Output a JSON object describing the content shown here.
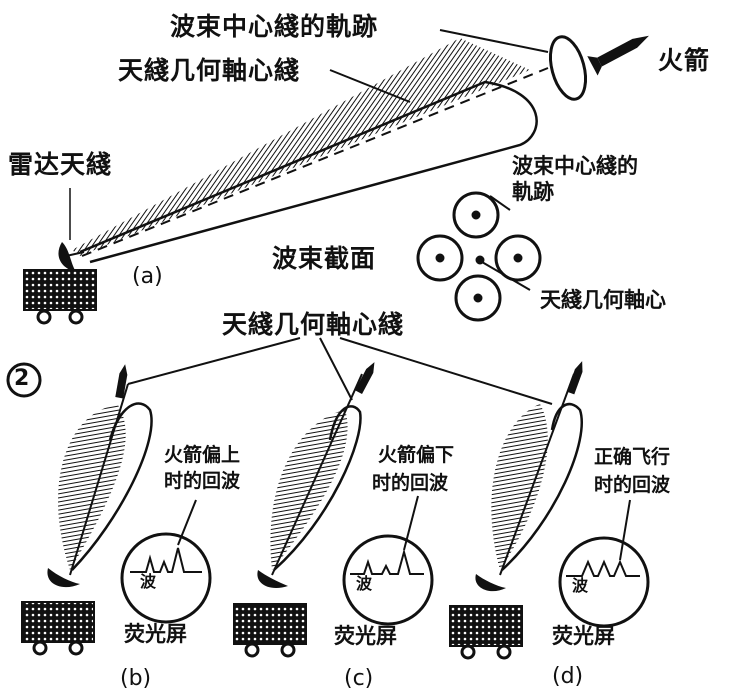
{
  "labels": {
    "beam_center_trace_top": "波束中心綫的軌跡",
    "antenna_axis_top": "天綫几何軸心綫",
    "rocket": "火箭",
    "radar_antenna": "雷达天綫",
    "beam_center_trace_right_line1": "波束中心綫的",
    "beam_center_trace_right_line2": "軌跡",
    "beam_cross_section": "波束截面",
    "antenna_axis_right": "天綫几何軸心",
    "antenna_axis_middle": "天綫几何軸心綫",
    "figure_number": "2",
    "rocket_high_line1": "火箭偏上",
    "rocket_high_line2": "时的回波",
    "rocket_low_line1": "火箭偏下",
    "rocket_low_line2": "时的回波",
    "correct_flight_line1": "正确飞行",
    "correct_flight_line2": "时的回波",
    "wave_label": "波",
    "screen_label": "荧光屏"
  },
  "captions": {
    "a": "(a)",
    "b": "(b)",
    "c": "(c)",
    "d": "(d)"
  }
}
